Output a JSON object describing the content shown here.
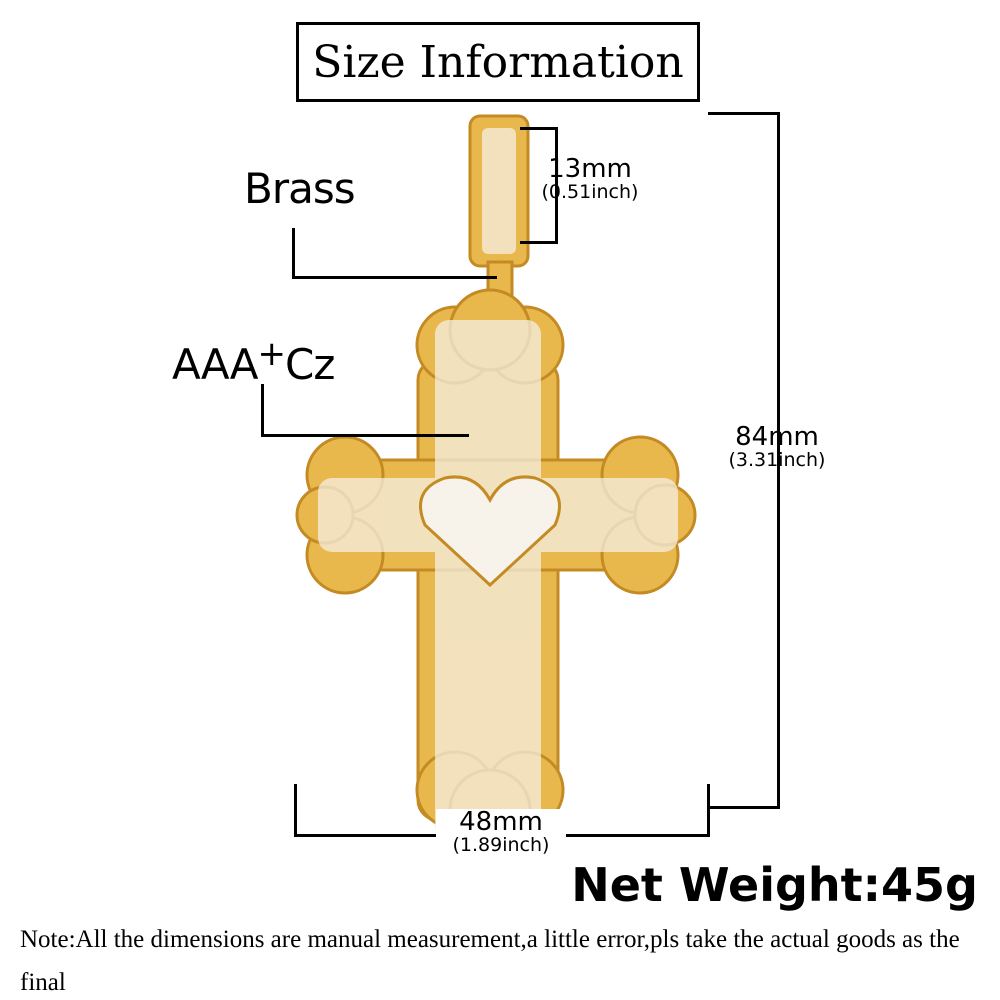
{
  "title": "Size Information",
  "labels": {
    "material": "Brass",
    "stone_main": "AAA",
    "stone_plus": "+",
    "stone_suffix": "Cz"
  },
  "dimensions": {
    "bail": {
      "mm": "13mm",
      "inch": "(0.51inch)"
    },
    "height": {
      "mm": "84mm",
      "inch": "(3.31inch)"
    },
    "width": {
      "mm": "48mm",
      "inch": "(1.89inch)"
    }
  },
  "net_weight": "Net Weight:45g",
  "note": "Note:All the dimensions are manual measurement,a little error,pls take the actual goods as the final",
  "colors": {
    "gold": "#e9b84c",
    "gold_dark": "#c48a24",
    "stone": "#f4efe2"
  }
}
